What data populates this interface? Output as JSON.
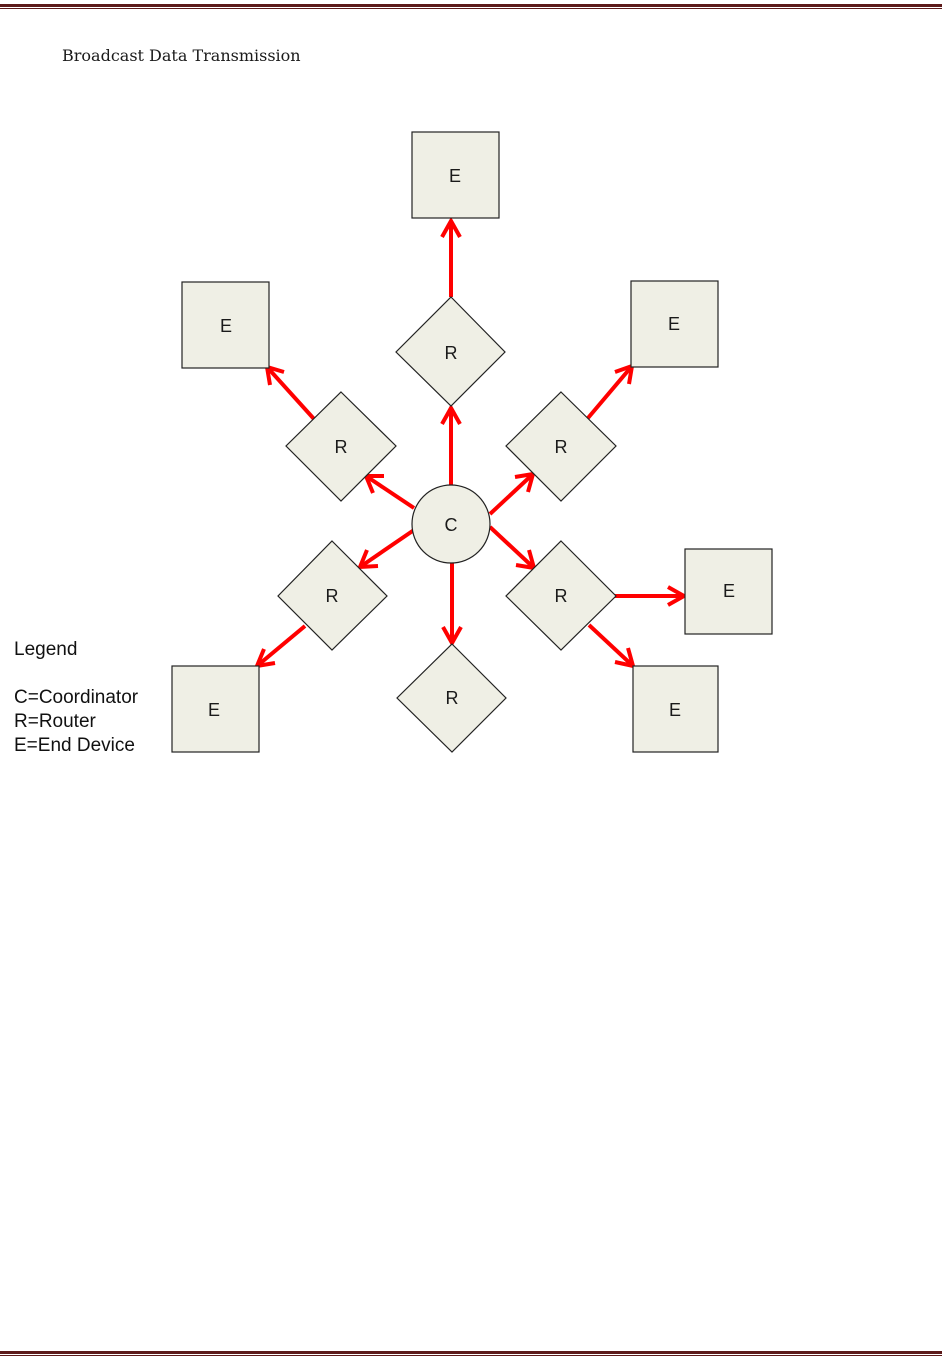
{
  "document": {
    "section_title": "Broadcast Data Transmission"
  },
  "diagram": {
    "nodes": {
      "coordinator": "C",
      "router": "R",
      "end_device": "E"
    }
  },
  "legend": {
    "title": "Legend",
    "entries": [
      "C=Coordinator",
      "R=Router",
      "E=End Device"
    ]
  },
  "colors": {
    "arrow": "#ff0000",
    "node_fill": "#efefe5",
    "rule": "#5c1a1a"
  }
}
